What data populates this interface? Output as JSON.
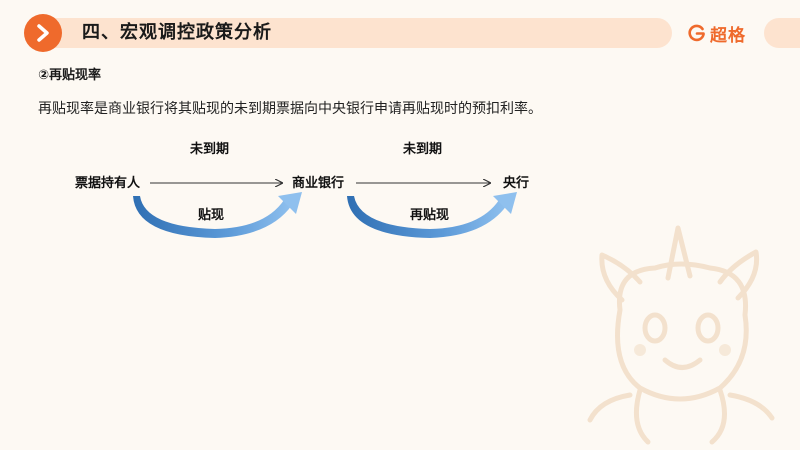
{
  "header": {
    "title": "四、宏观调控政策分析",
    "brand": "超格"
  },
  "content": {
    "subheading": "②再贴现率",
    "definition": "再贴现率是商业银行将其贴现的未到期票据向中央银行申请再贴现时的预扣利率。"
  },
  "diagram": {
    "nodes": [
      "票据持有人",
      "商业银行",
      "央行"
    ],
    "edges": [
      {
        "top_label": "未到期",
        "bottom_label": "贴现"
      },
      {
        "top_label": "未到期",
        "bottom_label": "再贴现"
      }
    ],
    "arrow_color": "#4a86c8"
  },
  "colors": {
    "accent": "#ef6a2c",
    "header_bg": "#fde3cf",
    "page_bg": "#fdf9f3"
  },
  "icons": {
    "header": "chevron-right-icon",
    "brand": "brand-logo-icon",
    "mascot": "mascot-watermark"
  }
}
